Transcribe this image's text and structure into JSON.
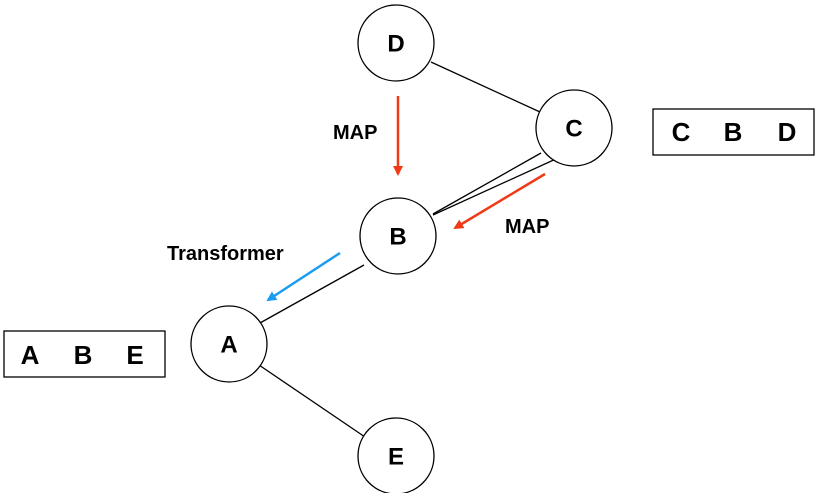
{
  "nodes": {
    "A": "A",
    "B": "B",
    "C": "C",
    "D": "D",
    "E": "E"
  },
  "sequence_boxes": {
    "left": [
      "A",
      "B",
      "E"
    ],
    "right": [
      "C",
      "B",
      "D"
    ]
  },
  "arrow_labels": {
    "map_vertical": "MAP",
    "map_diagonal": "MAP",
    "transformer": "Transformer"
  },
  "colors": {
    "map_arrow": "#f03a17",
    "transformer_arrow": "#1a9cf0"
  }
}
